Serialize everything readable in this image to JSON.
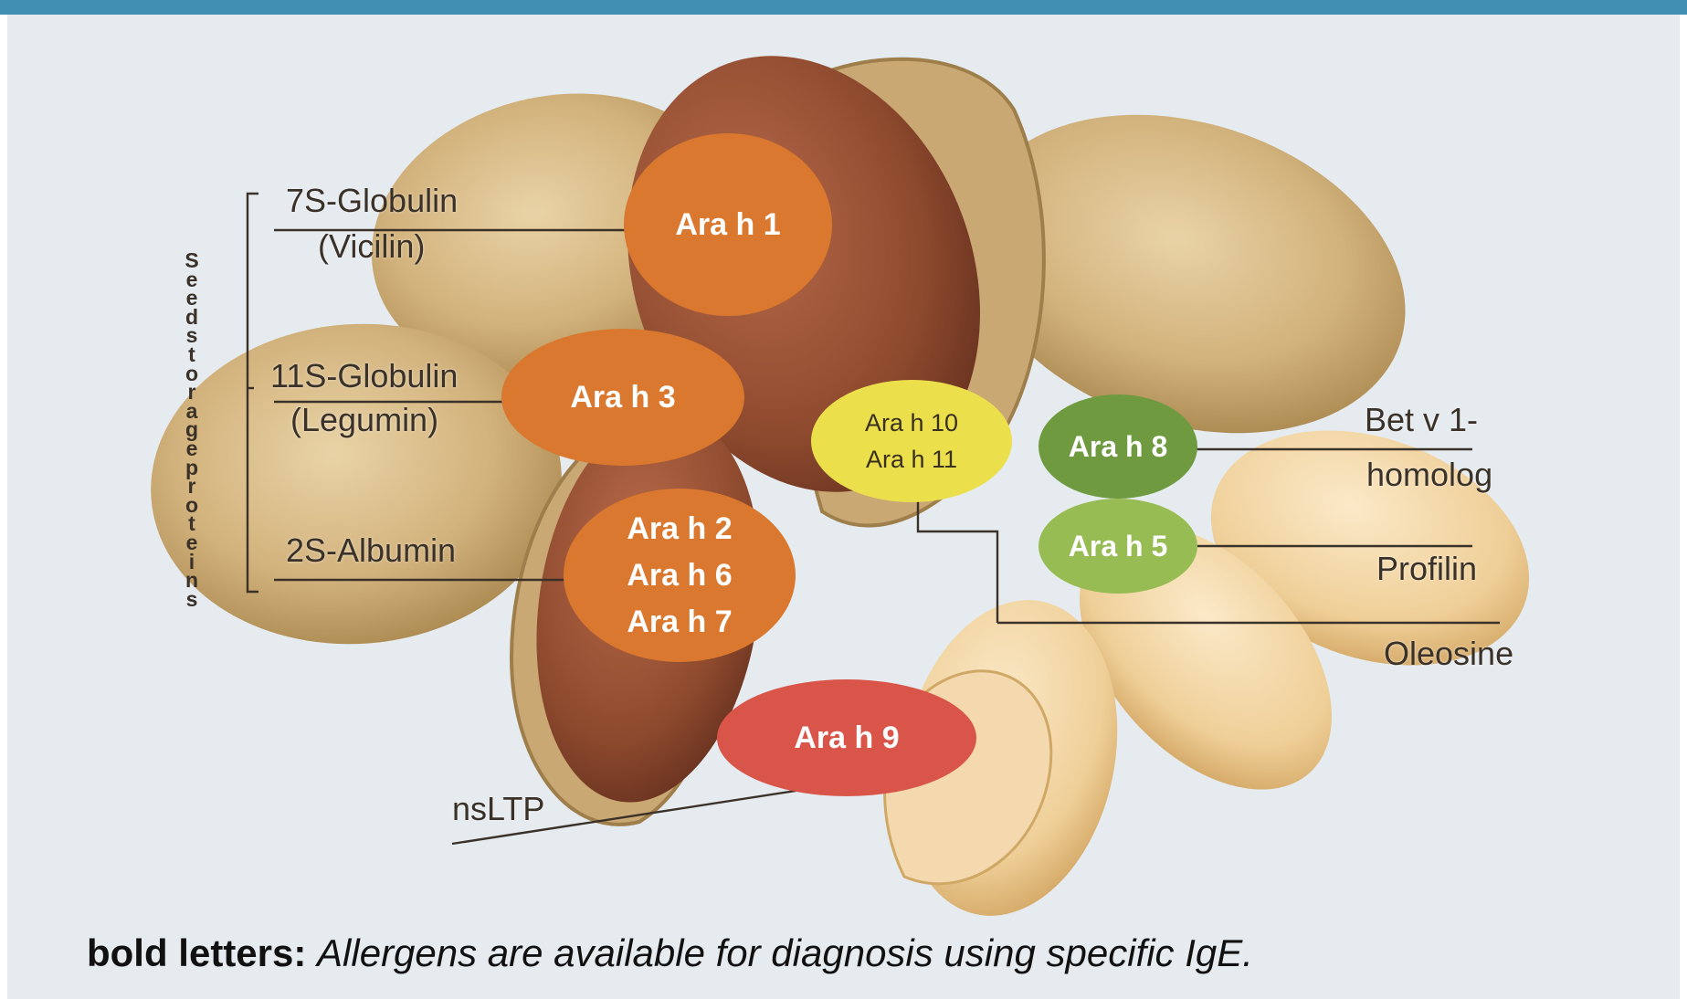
{
  "header": {
    "bar_color": "#3f8fb2"
  },
  "group_label": "Seed storage proteins",
  "protein_labels": {
    "globulin_7s": [
      "7S-Globulin",
      "(Vicilin)"
    ],
    "globulin_11s": [
      "11S-Globulin",
      "(Legumin)"
    ],
    "albumin_2s": "2S-Albumin",
    "bet_v1": [
      "Bet v 1-",
      "homolog"
    ],
    "profilin": "Profilin",
    "oleosine": "Oleosine",
    "nsltp": "nsLTP"
  },
  "allergens": {
    "ara_h1": {
      "lines": [
        "Ara h 1"
      ],
      "color": "#d9782e"
    },
    "ara_h3": {
      "lines": [
        "Ara h 3"
      ],
      "color": "#d9782e"
    },
    "ara_h2_6_7": {
      "lines": [
        "Ara h 2",
        "Ara h 6",
        "Ara h 7"
      ],
      "color": "#d9782e"
    },
    "ara_h10_11": {
      "lines": [
        "Ara h 10",
        "Ara h 11"
      ],
      "color": "#ecdf4c",
      "text_color": "#3a3020"
    },
    "ara_h8": {
      "lines": [
        "Ara h 8"
      ],
      "color": "#6f9a3f"
    },
    "ara_h5": {
      "lines": [
        "Ara h 5"
      ],
      "color": "#97bc53"
    },
    "ara_h9": {
      "lines": [
        "Ara h 9"
      ],
      "color": "#d9554a"
    }
  },
  "footnote": {
    "bold": "bold letters:",
    "italic": "Allergens are available for diagnosis using specific IgE."
  }
}
